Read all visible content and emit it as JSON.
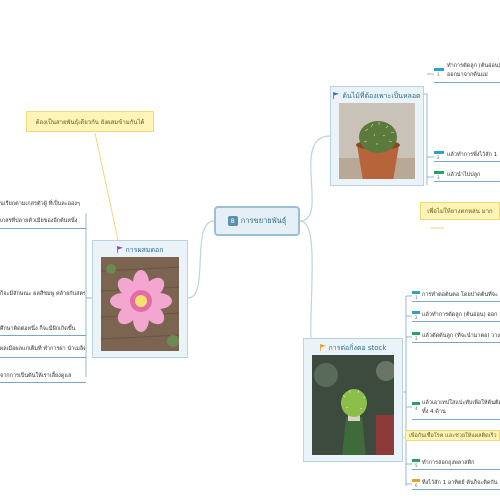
{
  "center": {
    "number": "8",
    "title": "การขยายพันธุ์"
  },
  "branches": {
    "top": {
      "title": "ต้นไม้ที่ต้องเพาะเป็นหลอด",
      "flag_color": "#3b77c9",
      "items": [
        {
          "num": "1",
          "text": "ทำการตัดลูก (ต้นอ่อน)",
          "text2": "ออกมาจากต้นแม่",
          "color": "#2aa5c8"
        },
        {
          "num": "2",
          "text": "แล้วทำการพึ่งไว้สัก 1",
          "color": "#2aa5c8"
        },
        {
          "num": "3",
          "text": "แล้วนำไปปลูก",
          "color": "#21a36a"
        }
      ]
    },
    "left": {
      "title": "การผสมดอก",
      "flag_color": "#9b3fc7",
      "note": "ต้องเป็นสายพันธุ์เดียวกัน ยังผสมข้ามกันได้",
      "items": [
        {
          "text": "นเรียกตามเกสรตัวผู้ ที่เป็นละอองๆ",
          "text2": "เกสรที่ปลายตัวเมียของอีกต้นหนึ่ง"
        },
        {
          "text": "ก็จะมีลักษณะ ผลสีชมพู คล้ายกับสตรอว์เบอร์รี่"
        },
        {
          "text": "ศึกษาติดต่อหนึ่ง ก็จะมีฝักเกิดขึ้น"
        },
        {
          "text": "ผลเมื่อผลแก่เต็มที่ ทำการผ่า นำเมล็ดที่ได้ไปเพาะ"
        },
        {
          "text": "จากการเป็นต้นให้เราเลี้ยงดูแล"
        }
      ]
    },
    "bottom": {
      "title": "การต่อกิ่งตอ stock",
      "flag_color": "#e9a321",
      "note_top": "เพื่อไม่ให้ยางตกหล่น มาก",
      "note_mid": "เพื่อกันเชื้อโรค และช่วยให้แผลติดเร็ว",
      "items": [
        {
          "num": "1",
          "text": "การทำตอต้นตอ โดยปาดต้นที่จะ",
          "color": "#2aa5c8"
        },
        {
          "num": "2",
          "text": "แล้วทำการตัดลูก (ต้นอ่อน) ออก",
          "color": "#2aa5c8"
        },
        {
          "num": "3",
          "text": "แล้วตัดต้นลูก (ที่จะนำมาตอ) วาง",
          "color": "#21a36a"
        },
        {
          "num": "4",
          "text": "แล้วเอาเทปใสแปะทับเพื่อให้ต้นติด",
          "text2": "ทั้ง 4 ด้าน",
          "color": "#21a36a"
        },
        {
          "num": "5",
          "text": "ทำการลอกถุงพลาสติก",
          "color": "#21a36a"
        },
        {
          "num": "6",
          "text": "ทิ้งไว้สัก 1 อาทิตย์ ต้นก็จะติดกัน",
          "color": "#e9a321"
        }
      ]
    }
  }
}
